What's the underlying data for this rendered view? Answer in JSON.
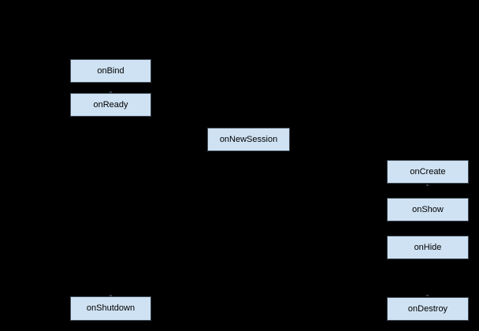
{
  "diagram": {
    "colors": {
      "background": "#000000",
      "node_fill": "#cfe2f3",
      "node_border": "#3f4a55",
      "node_text": "#000000"
    },
    "nodes": [
      {
        "id": "onBind",
        "label": "onBind"
      },
      {
        "id": "onReady",
        "label": "onReady"
      },
      {
        "id": "onNewSession",
        "label": "onNewSession"
      },
      {
        "id": "onCreate",
        "label": "onCreate"
      },
      {
        "id": "onShow",
        "label": "onShow"
      },
      {
        "id": "onHide",
        "label": "onHide"
      },
      {
        "id": "onDestroy",
        "label": "onDestroy"
      },
      {
        "id": "onShutdown",
        "label": "onShutdown"
      }
    ]
  }
}
